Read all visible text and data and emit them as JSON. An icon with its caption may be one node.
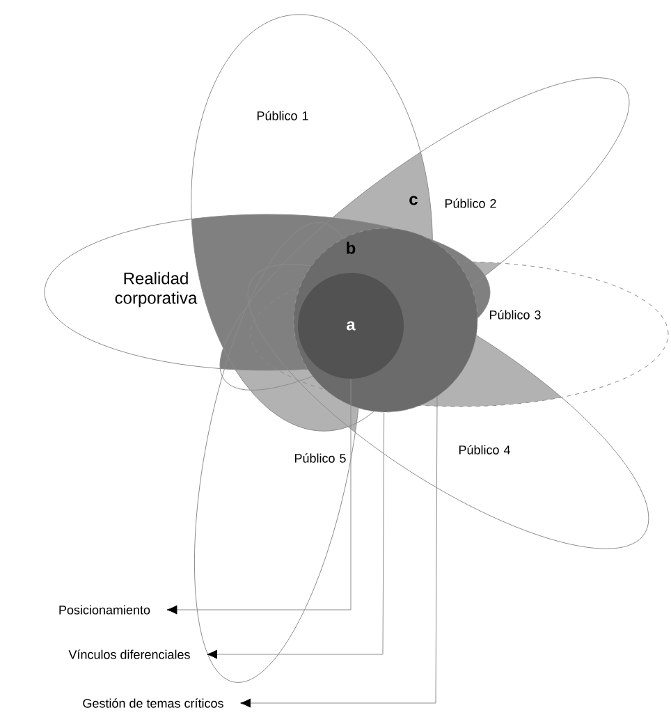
{
  "diagram": {
    "nodes": [
      {
        "text": [
          "Realidad corporativa"
        ]
      },
      {
        "text": [
          "Público 1"
        ]
      },
      {
        "text": [
          "Público 2"
        ]
      },
      {
        "text": [
          "Público 3"
        ]
      },
      {
        "text": [
          "Público 4"
        ]
      },
      {
        "text": [
          "Público 5"
        ]
      },
      {
        "text": [
          "c"
        ]
      },
      {
        "text": [
          "b"
        ]
      },
      {
        "text": [
          "a"
        ]
      },
      {
        "text": [
          "Posicionamiento"
        ]
      },
      {
        "text": [
          "Vínculos diferenciales"
        ]
      },
      {
        "text": [
          "Gestión de temas críticos"
        ]
      }
    ],
    "edges": [
      {
        "from": 8,
        "to": 9,
        "arrow": "to"
      },
      {
        "from": 7,
        "to": 10,
        "arrow": "to"
      },
      {
        "from": 7,
        "to": 11,
        "arrow": "to"
      }
    ]
  }
}
